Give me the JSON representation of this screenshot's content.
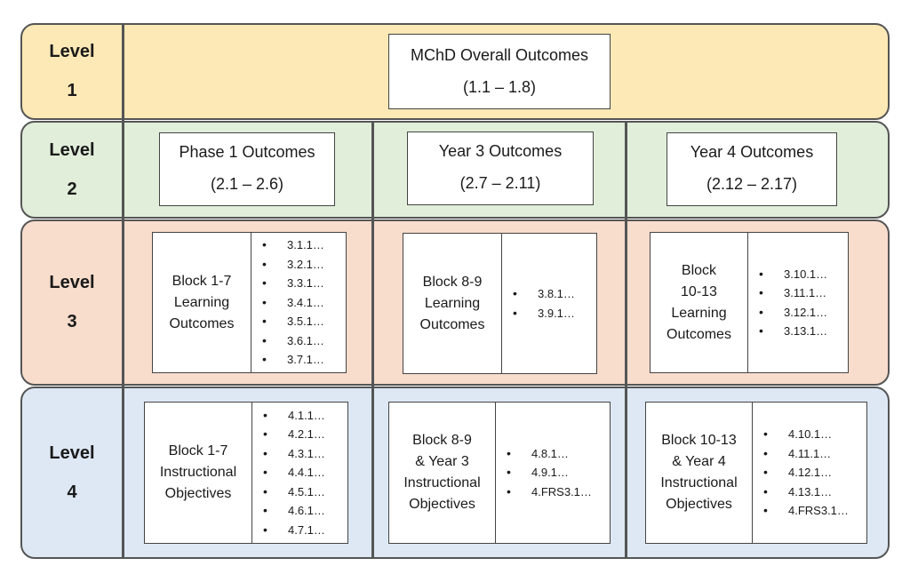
{
  "levels": [
    {
      "word": "Level",
      "num": "1"
    },
    {
      "word": "Level",
      "num": "2"
    },
    {
      "word": "Level",
      "num": "3"
    },
    {
      "word": "Level",
      "num": "4"
    }
  ],
  "level1": {
    "title": "MChD Overall Outcomes",
    "range": "(1.1 – 1.8)"
  },
  "level2": [
    {
      "title": "Phase 1 Outcomes",
      "range": "(2.1 – 2.6)"
    },
    {
      "title": "Year 3 Outcomes",
      "range": "(2.7 – 2.11)"
    },
    {
      "title": "Year 4 Outcomes",
      "range": "(2.12 – 2.17)"
    }
  ],
  "level3": [
    {
      "label": [
        "Block 1-7",
        "Learning",
        "Outcomes"
      ],
      "items": [
        "3.1.1…",
        "3.2.1…",
        "3.3.1…",
        "3.4.1…",
        "3.5.1…",
        "3.6.1…",
        "3.7.1…"
      ]
    },
    {
      "label": [
        "Block 8-9",
        "Learning",
        "Outcomes"
      ],
      "items": [
        "3.8.1…",
        "3.9.1…"
      ]
    },
    {
      "label": [
        "Block",
        "10-13",
        "Learning",
        "Outcomes"
      ],
      "items": [
        "3.10.1…",
        "3.11.1…",
        "3.12.1…",
        "3.13.1…"
      ]
    }
  ],
  "level4": [
    {
      "label": [
        "Block 1-7",
        "Instructional",
        "Objectives"
      ],
      "items": [
        "4.1.1…",
        "4.2.1…",
        "4.3.1…",
        "4.4.1…",
        "4.5.1…",
        "4.6.1…",
        "4.7.1…"
      ]
    },
    {
      "label": [
        "Block 8-9",
        "& Year 3",
        "Instructional",
        "Objectives"
      ],
      "items": [
        "4.8.1…",
        "4.9.1…",
        "4.FRS3.1…"
      ]
    },
    {
      "label": [
        "Block 10-13",
        "& Year 4",
        "Instructional",
        "Objectives"
      ],
      "items": [
        "4.10.1…",
        "4.11.1…",
        "4.12.1…",
        "4.13.1…",
        "4.FRS3.1…"
      ]
    }
  ]
}
